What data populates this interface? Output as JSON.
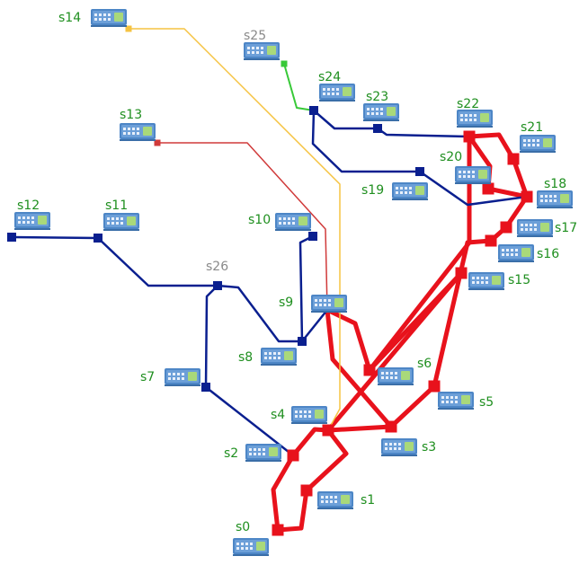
{
  "colors": {
    "background": "#ffffff",
    "link_blue": "#0a1f8f",
    "node_blue": "#0a1f8f",
    "link_red": "#e8121c",
    "link_orange": "#f5c342",
    "link_green": "#38c938",
    "link_dark_red": "#d03a3a",
    "label_green": "#1f8f1f",
    "label_gray": "#8a8a8a",
    "switch_body": "#4d86c6",
    "switch_ports": "#e8f0fb",
    "switch_screen": "#a9d97a"
  },
  "switch_icon": "network-switch-icon",
  "switches": [
    {
      "id": "s0",
      "label": "s0",
      "label_color": "green"
    },
    {
      "id": "s1",
      "label": "s1",
      "label_color": "green"
    },
    {
      "id": "s2",
      "label": "s2",
      "label_color": "green"
    },
    {
      "id": "s3",
      "label": "s3",
      "label_color": "green"
    },
    {
      "id": "s4",
      "label": "s4",
      "label_color": "green"
    },
    {
      "id": "s5",
      "label": "s5",
      "label_color": "green"
    },
    {
      "id": "s6",
      "label": "s6",
      "label_color": "green"
    },
    {
      "id": "s7",
      "label": "s7",
      "label_color": "green"
    },
    {
      "id": "s8",
      "label": "s8",
      "label_color": "green"
    },
    {
      "id": "s9",
      "label": "s9",
      "label_color": "green"
    },
    {
      "id": "s10",
      "label": "s10",
      "label_color": "green"
    },
    {
      "id": "s11",
      "label": "s11",
      "label_color": "green"
    },
    {
      "id": "s12",
      "label": "s12",
      "label_color": "green"
    },
    {
      "id": "s13",
      "label": "s13",
      "label_color": "green"
    },
    {
      "id": "s14",
      "label": "s14",
      "label_color": "green"
    },
    {
      "id": "s15",
      "label": "s15",
      "label_color": "green"
    },
    {
      "id": "s16",
      "label": "s16",
      "label_color": "green"
    },
    {
      "id": "s17",
      "label": "s17",
      "label_color": "green"
    },
    {
      "id": "s18",
      "label": "s18",
      "label_color": "green"
    },
    {
      "id": "s19",
      "label": "s19",
      "label_color": "green"
    },
    {
      "id": "s20",
      "label": "s20",
      "label_color": "green"
    },
    {
      "id": "s21",
      "label": "s21",
      "label_color": "green"
    },
    {
      "id": "s22",
      "label": "s22",
      "label_color": "green"
    },
    {
      "id": "s23",
      "label": "s23",
      "label_color": "green"
    },
    {
      "id": "s24",
      "label": "s24",
      "label_color": "green"
    },
    {
      "id": "s25",
      "label": "s25",
      "label_color": "gray"
    },
    {
      "id": "s26",
      "label": "s26",
      "label_color": "gray"
    }
  ],
  "links": [
    {
      "from": "s0",
      "to": "s1",
      "color": "red"
    },
    {
      "from": "s0",
      "to": "s2",
      "color": "red"
    },
    {
      "from": "s1",
      "to": "s4",
      "color": "red"
    },
    {
      "from": "s2",
      "to": "s4",
      "color": "red"
    },
    {
      "from": "s4",
      "to": "s3",
      "color": "red"
    },
    {
      "from": "s4",
      "to": "s15",
      "color": "red"
    },
    {
      "from": "s3",
      "to": "s5",
      "color": "red"
    },
    {
      "from": "s3",
      "to": "s9",
      "color": "red"
    },
    {
      "from": "s5",
      "to": "s16",
      "color": "red"
    },
    {
      "from": "s9",
      "to": "s6",
      "color": "red"
    },
    {
      "from": "s6",
      "to": "s22",
      "color": "red"
    },
    {
      "from": "s6",
      "to": "s15",
      "color": "red"
    },
    {
      "from": "s16",
      "to": "s17",
      "color": "red"
    },
    {
      "from": "s17",
      "to": "s18",
      "color": "red"
    },
    {
      "from": "s18",
      "to": "s20",
      "color": "red"
    },
    {
      "from": "s18",
      "to": "s21",
      "color": "red"
    },
    {
      "from": "s21",
      "to": "s22",
      "color": "red"
    },
    {
      "from": "s22",
      "to": "s20",
      "color": "red"
    },
    {
      "from": "s2",
      "to": "s7",
      "color": "blue"
    },
    {
      "from": "s7",
      "to": "s26",
      "color": "blue"
    },
    {
      "from": "s26",
      "to": "s11",
      "color": "blue"
    },
    {
      "from": "s26",
      "to": "s8",
      "color": "blue"
    },
    {
      "from": "s11",
      "to": "s12",
      "color": "blue"
    },
    {
      "from": "s8",
      "to": "s10",
      "color": "blue"
    },
    {
      "from": "s8",
      "to": "s9",
      "color": "blue"
    },
    {
      "from": "s24",
      "to": "s23",
      "color": "blue"
    },
    {
      "from": "s23",
      "to": "s22",
      "color": "blue"
    },
    {
      "from": "s24",
      "to": "s19",
      "color": "blue"
    },
    {
      "from": "s19",
      "to": "s18",
      "color": "blue"
    },
    {
      "from": "s24",
      "to": "s25",
      "color": "green"
    },
    {
      "from": "s14",
      "to": "s4",
      "color": "orange"
    },
    {
      "from": "s13",
      "to": "s9",
      "color": "dark_red"
    }
  ]
}
